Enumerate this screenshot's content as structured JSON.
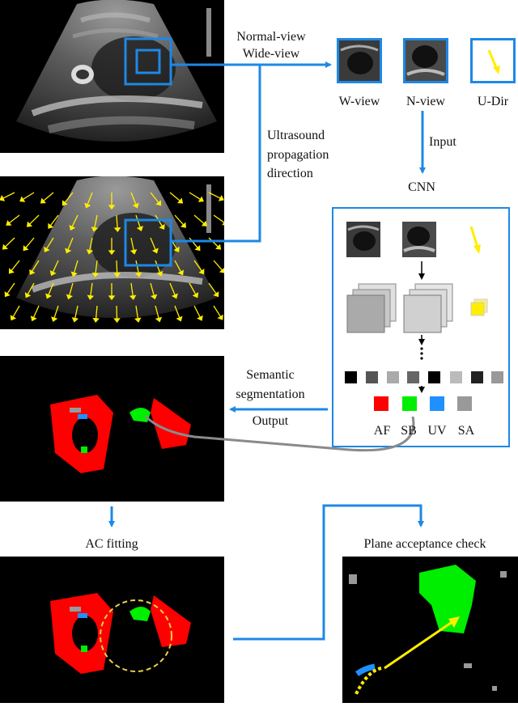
{
  "labels": {
    "normal_view": "Normal-view",
    "wide_view": "Wide-view",
    "w_view": "W-view",
    "n_view": "N-view",
    "u_dir": "U-Dir",
    "ultrasound_line1": "Ultrasound",
    "ultrasound_line2": "propagation",
    "ultrasound_line3": "direction",
    "input": "Input",
    "cnn": "CNN",
    "semantic_line1": "Semantic",
    "semantic_line2": "segmentation",
    "output": "Output",
    "ac_fitting": "AC fitting",
    "plane_check": "Plane acceptance check"
  },
  "classes": [
    {
      "abbr": "AF",
      "color": "#ff0000"
    },
    {
      "abbr": "SB",
      "color": "#00ee00"
    },
    {
      "abbr": "UV",
      "color": "#1e90ff"
    },
    {
      "abbr": "SA",
      "color": "#999999"
    }
  ],
  "colors": {
    "arrow_blue": "#1e88e5",
    "dir_yellow": "#ffee00",
    "connector_gray": "#8a8a8a",
    "circle_yellow": "#e8d24a"
  },
  "icons": {
    "layer_ellipsis": "vertical-ellipsis-icon",
    "down_arrow": "down-arrow-icon"
  }
}
